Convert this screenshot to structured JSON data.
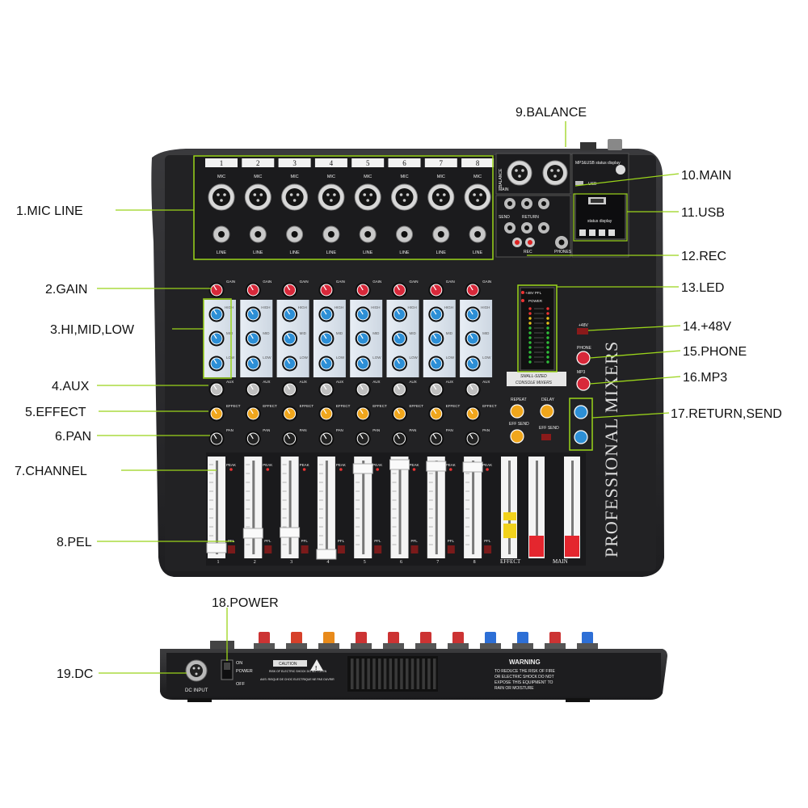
{
  "colors": {
    "leader": "#9ad41a",
    "body": "#2a2a2c",
    "panel": "#1b1b1d",
    "gain_knob": "#d8283a",
    "eq_knob": "#2d8fd6",
    "aux_knob": "#bfbfbf",
    "effect_knob": "#f0a61c",
    "pan_knob": "#222222"
  },
  "callouts": {
    "mic_line": "1.MIC LINE",
    "gain": "2.GAIN",
    "eq": "3.HI,MID,LOW",
    "aux": "4.AUX",
    "effect": "5.EFFECT",
    "pan": "6.PAN",
    "channel": "7.CHANNEL",
    "pel": "8.PEL",
    "balance": "9.BALANCE",
    "main": "10.MAIN",
    "usb": "11.USB",
    "rec": "12.REC",
    "led": "13.LED",
    "phantom": "14.+48V",
    "phone": "15.PHONE",
    "mp3": "16.MP3",
    "return_send": "17.RETURN,SEND",
    "power": "18.POWER",
    "dc": "19.DC"
  },
  "panel_labels": {
    "channels": [
      "1",
      "2",
      "3",
      "4",
      "5",
      "6",
      "7",
      "8"
    ],
    "mic": "MIC",
    "line": "LINE",
    "gain": "GAIN",
    "high": "HIGH",
    "mid": "MID",
    "low": "LOW",
    "aux": "AUX",
    "effect": "EFFECT",
    "pan": "PAN",
    "peak": "PEAK",
    "pfl": "PFL",
    "balance": "BALANCE",
    "main": "MAIN",
    "send": "SEND",
    "return": "RETURN",
    "rec": "REC",
    "phones": "PHONES",
    "usb_title": "MP3&USB status display",
    "usb": "USB",
    "status_display": "status display",
    "led_top": "+48V PFL",
    "led_power": "POWER",
    "small_sized": "SMALL-SIZED",
    "console_mixers": "CONSOLE MIXERS",
    "plus48v": "+48V",
    "phone": "PHONE",
    "mp3": "MP3",
    "repeat": "REPEAT",
    "delay": "DELAY",
    "eff_send": "EFF SEND",
    "effect_bottom": "EFFECT",
    "main_bottom": "MAIN",
    "brand": "PROFESSIONAL MIXERS"
  },
  "rear_labels": {
    "dc_input": "DC INPUT",
    "on": "ON",
    "power": "POWER",
    "off": "OFF",
    "caution": "CAUTION",
    "caution_sub": "RISK OF ELECTRIC SHOCK DO NOT OPEN",
    "caution_fr": "AVIS: RISQUE DE CHOC ELECTRIQUE NE PAS OUVRIR",
    "warning": "WARNING",
    "warning_text": [
      "TO REDUCE THE RISK OF FIRE",
      "OR ELECTRIC SHOCK DO NOT",
      "EXPOSE THIS EQUIPMENT TO",
      "RAIN OR MOISTURE"
    ]
  }
}
